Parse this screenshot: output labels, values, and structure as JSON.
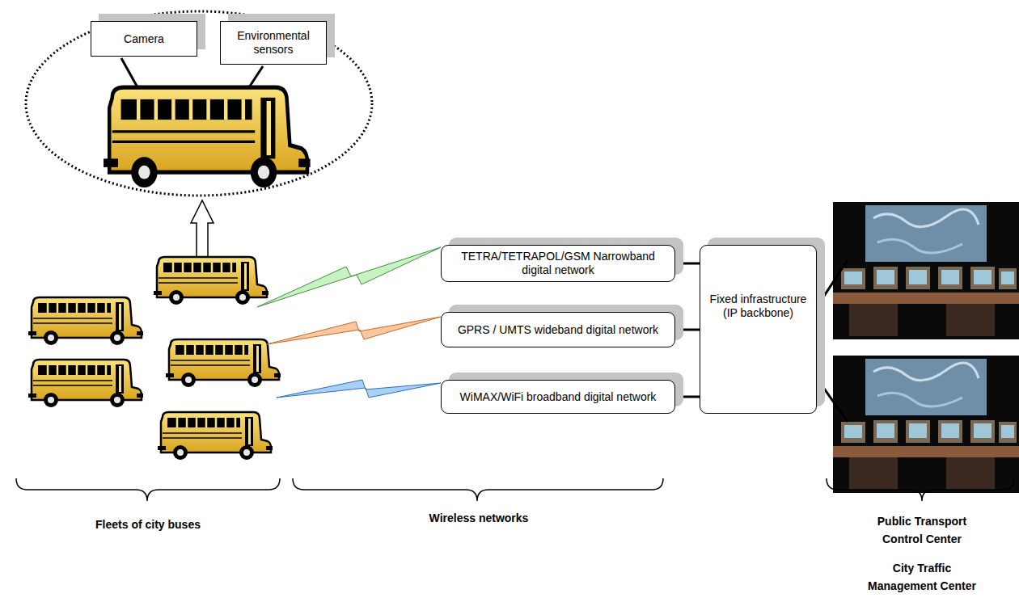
{
  "diagram": {
    "nodes": [
      {
        "text": [
          "Camera"
        ]
      },
      {
        "text": [
          "Environmental sensors"
        ]
      },
      {
        "text": [
          "TETRA/TETRAPOL/GSM Narrowband digital network"
        ]
      },
      {
        "text": [
          "GPRS / UMTS wideband digital network"
        ]
      },
      {
        "text": [
          "WiMAX/WiFi broadband digital network"
        ]
      },
      {
        "text": [
          "Fixed infrastructure (IP backbone)"
        ]
      }
    ],
    "edges": [
      {
        "from": 2,
        "to": 5,
        "arrow": "none"
      },
      {
        "from": 3,
        "to": 5,
        "arrow": "none"
      },
      {
        "from": 4,
        "to": 5,
        "arrow": "none"
      }
    ],
    "labels": [
      "Fleets of city buses",
      "Wireless networks",
      "Public Transport Control Center",
      "City Traffic Management Center"
    ]
  }
}
